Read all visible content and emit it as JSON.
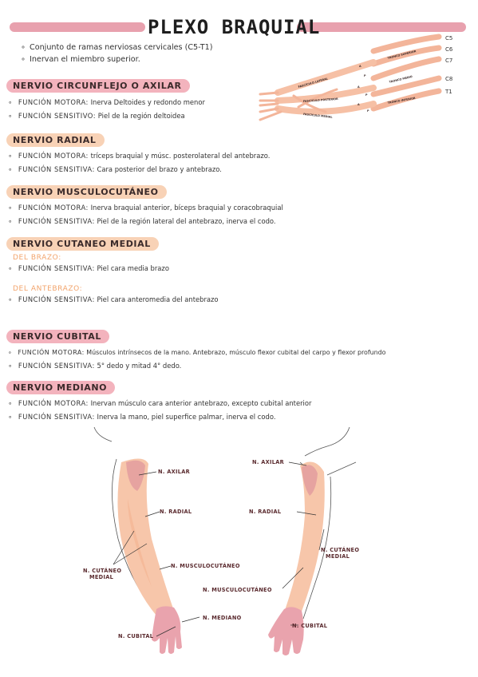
{
  "title": "PLEXO BRAQUIAL",
  "intro": [
    "Conjunto de ramas nerviosas cervicales (C5-T1)",
    "Inervan el miembro superior."
  ],
  "sections": {
    "axilar": {
      "heading": "Nervio circunflejo o axilar",
      "motor_label": "Función motora:",
      "motor_text": "Inerva Deltoides y redondo menor",
      "sens_label": "Función sensitivo:",
      "sens_text": "Piel de la región deltoidea"
    },
    "radial": {
      "heading": "Nervio radial",
      "motor_label": "Función motora:",
      "motor_text": "tríceps braquial y músc. posterolateral del antebrazo.",
      "sens_label": "Función sensitiva:",
      "sens_text": "Cara posterior del brazo y antebrazo."
    },
    "musculocutaneo": {
      "heading": "Nervio musculocutáneo",
      "motor_label": "Función motora:",
      "motor_text": "Inerva braquial anterior, bíceps braquial y coracobraquial",
      "sens_label": "Función sensitiva:",
      "sens_text": "Piel de la región lateral del antebrazo, inerva el codo."
    },
    "cutaneo_medial": {
      "heading": "Nervio cutaneo medial",
      "sub1": "Del brazo:",
      "sens1_label": "Función sensitiva:",
      "sens1_text": "Piel cara media brazo",
      "sub2": "Del antebrazo:",
      "sens2_label": "Función sensitiva:",
      "sens2_text": "Piel cara anteromedia del antebrazo"
    },
    "cubital": {
      "heading": "Nervio cubital",
      "motor_label": "Función motora:",
      "motor_text": "Músculos intrínsecos de la mano. Antebrazo, músculo flexor cubital del carpo y flexor profundo",
      "sens_label": "Función sensitiva:",
      "sens_text": "5° dedo y mitad 4° dedo."
    },
    "mediano": {
      "heading": "Nervio mediano",
      "motor_label": "Función motora:",
      "motor_text": "Inervan músculo cara anterior antebrazo, excepto cubital anterior",
      "sens_label": "Función sensitiva:",
      "sens_text": "Inerva la mano, piel superfice palmar, inerva el codo."
    }
  },
  "plexus": {
    "roots": [
      "C5",
      "C6",
      "C7",
      "C8",
      "T1"
    ],
    "trunks": [
      "TRONCO SUPERIOR",
      "TRONCO MEDIO",
      "TRONCO INFERIOR"
    ],
    "cords": [
      "FASCÍCULO LATERAL",
      "FASCÍCULO POSTERIOR",
      "FASCÍCULO MEDIAL"
    ],
    "divisions": [
      "A",
      "P",
      "A",
      "P",
      "A",
      "P"
    ]
  },
  "arm_labels": {
    "axilar": "N. AXILAR",
    "radial": "N. RADIAL",
    "cutaneo_medial_1": "N. CUTÁNEO",
    "cutaneo_medial_2": "MEDIAL",
    "musculocutaneo": "N. MUSCULOCUTÁNEO",
    "cubital": "N. CUBITAL",
    "mediano": "N. MEDIANO"
  },
  "colors": {
    "title_bar": "#e8a1ae",
    "heading_orange": "#f8d2b6",
    "heading_pink": "#f3b3bd",
    "subheading": "#f2a46c",
    "skin": "#f7c6aa",
    "axilar_zone": "#e6a3a0",
    "hand_zone": "#e9a3ad"
  }
}
